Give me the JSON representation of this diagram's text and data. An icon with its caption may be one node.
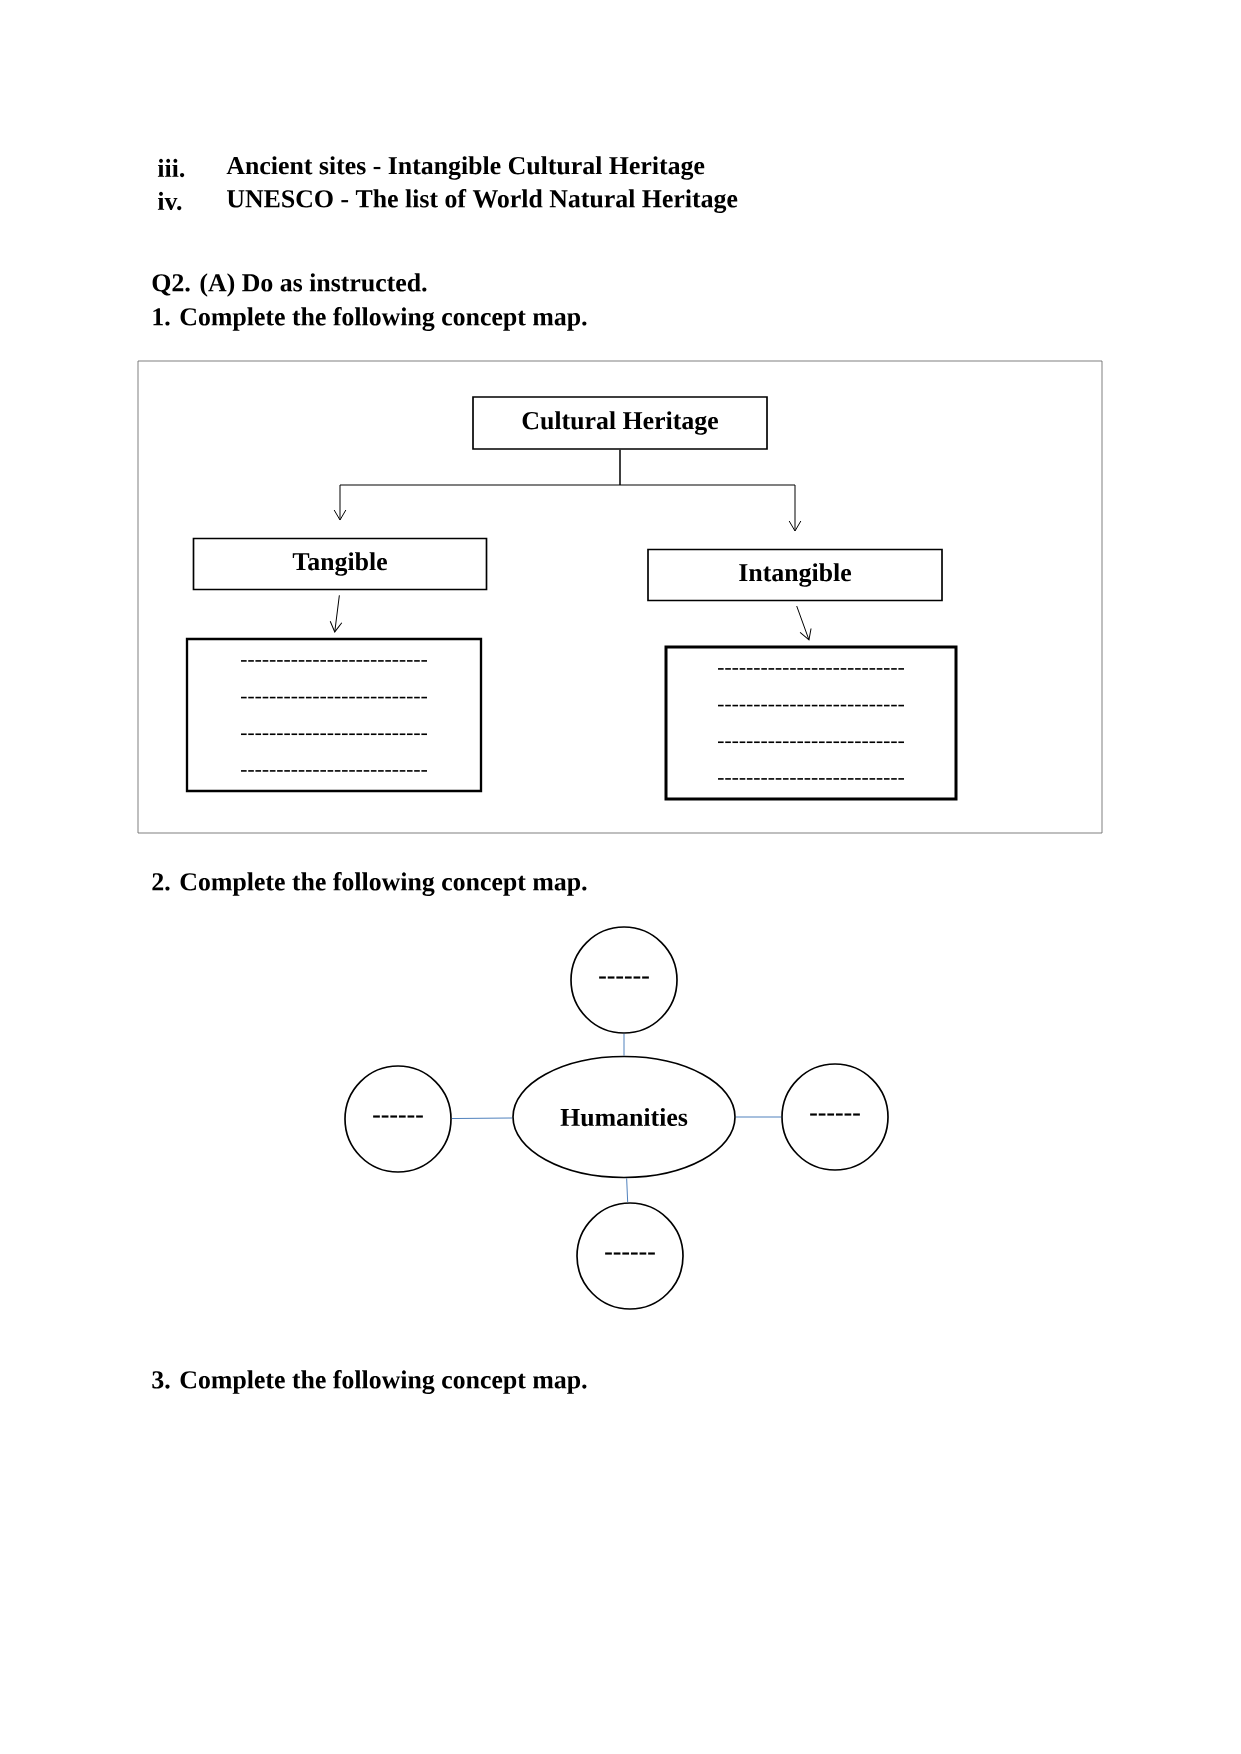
{
  "diagram": {
    "nodes": [
      {
        "text": [
          "Cultural Heritage"
        ]
      },
      {
        "text": [
          "Tangible"
        ]
      },
      {
        "text": [
          "Intangible"
        ]
      },
      {
        "text": [
          "--------------------------",
          "--------------------------",
          "--------------------------",
          "--------------------------"
        ]
      },
      {
        "text": [
          "--------------------------",
          "--------------------------",
          "--------------------------",
          "--------------------------"
        ]
      },
      {
        "text": [
          "------"
        ]
      },
      {
        "text": [
          "------"
        ]
      },
      {
        "text": [
          "Humanities"
        ]
      },
      {
        "text": [
          "------"
        ]
      },
      {
        "text": [
          "------"
        ]
      }
    ],
    "edges": [
      {
        "from": 0,
        "to": 1,
        "arrow": "to"
      },
      {
        "from": 0,
        "to": 2,
        "arrow": "to"
      },
      {
        "from": 1,
        "to": 3,
        "arrow": "to"
      },
      {
        "from": 2,
        "to": 4,
        "arrow": "to"
      },
      {
        "from": 7,
        "to": 5,
        "arrow": "none",
        "color": "#4f81bd"
      },
      {
        "from": 7,
        "to": 6,
        "arrow": "none",
        "color": "#4f81bd"
      },
      {
        "from": 7,
        "to": 8,
        "arrow": "none",
        "color": "#4f81bd"
      },
      {
        "from": 7,
        "to": 9,
        "arrow": "none",
        "color": "#4f81bd"
      }
    ],
    "labels": [
      "iii.",
      "Ancient sites - Intangible Cultural Heritage",
      "iv.",
      "UNESCO - The list of World Natural Heritage",
      "Q2. (A)  Do as instructed.",
      "1. Complete the following concept map.",
      "2. Complete the following concept map.",
      "3. Complete the following concept map."
    ]
  }
}
